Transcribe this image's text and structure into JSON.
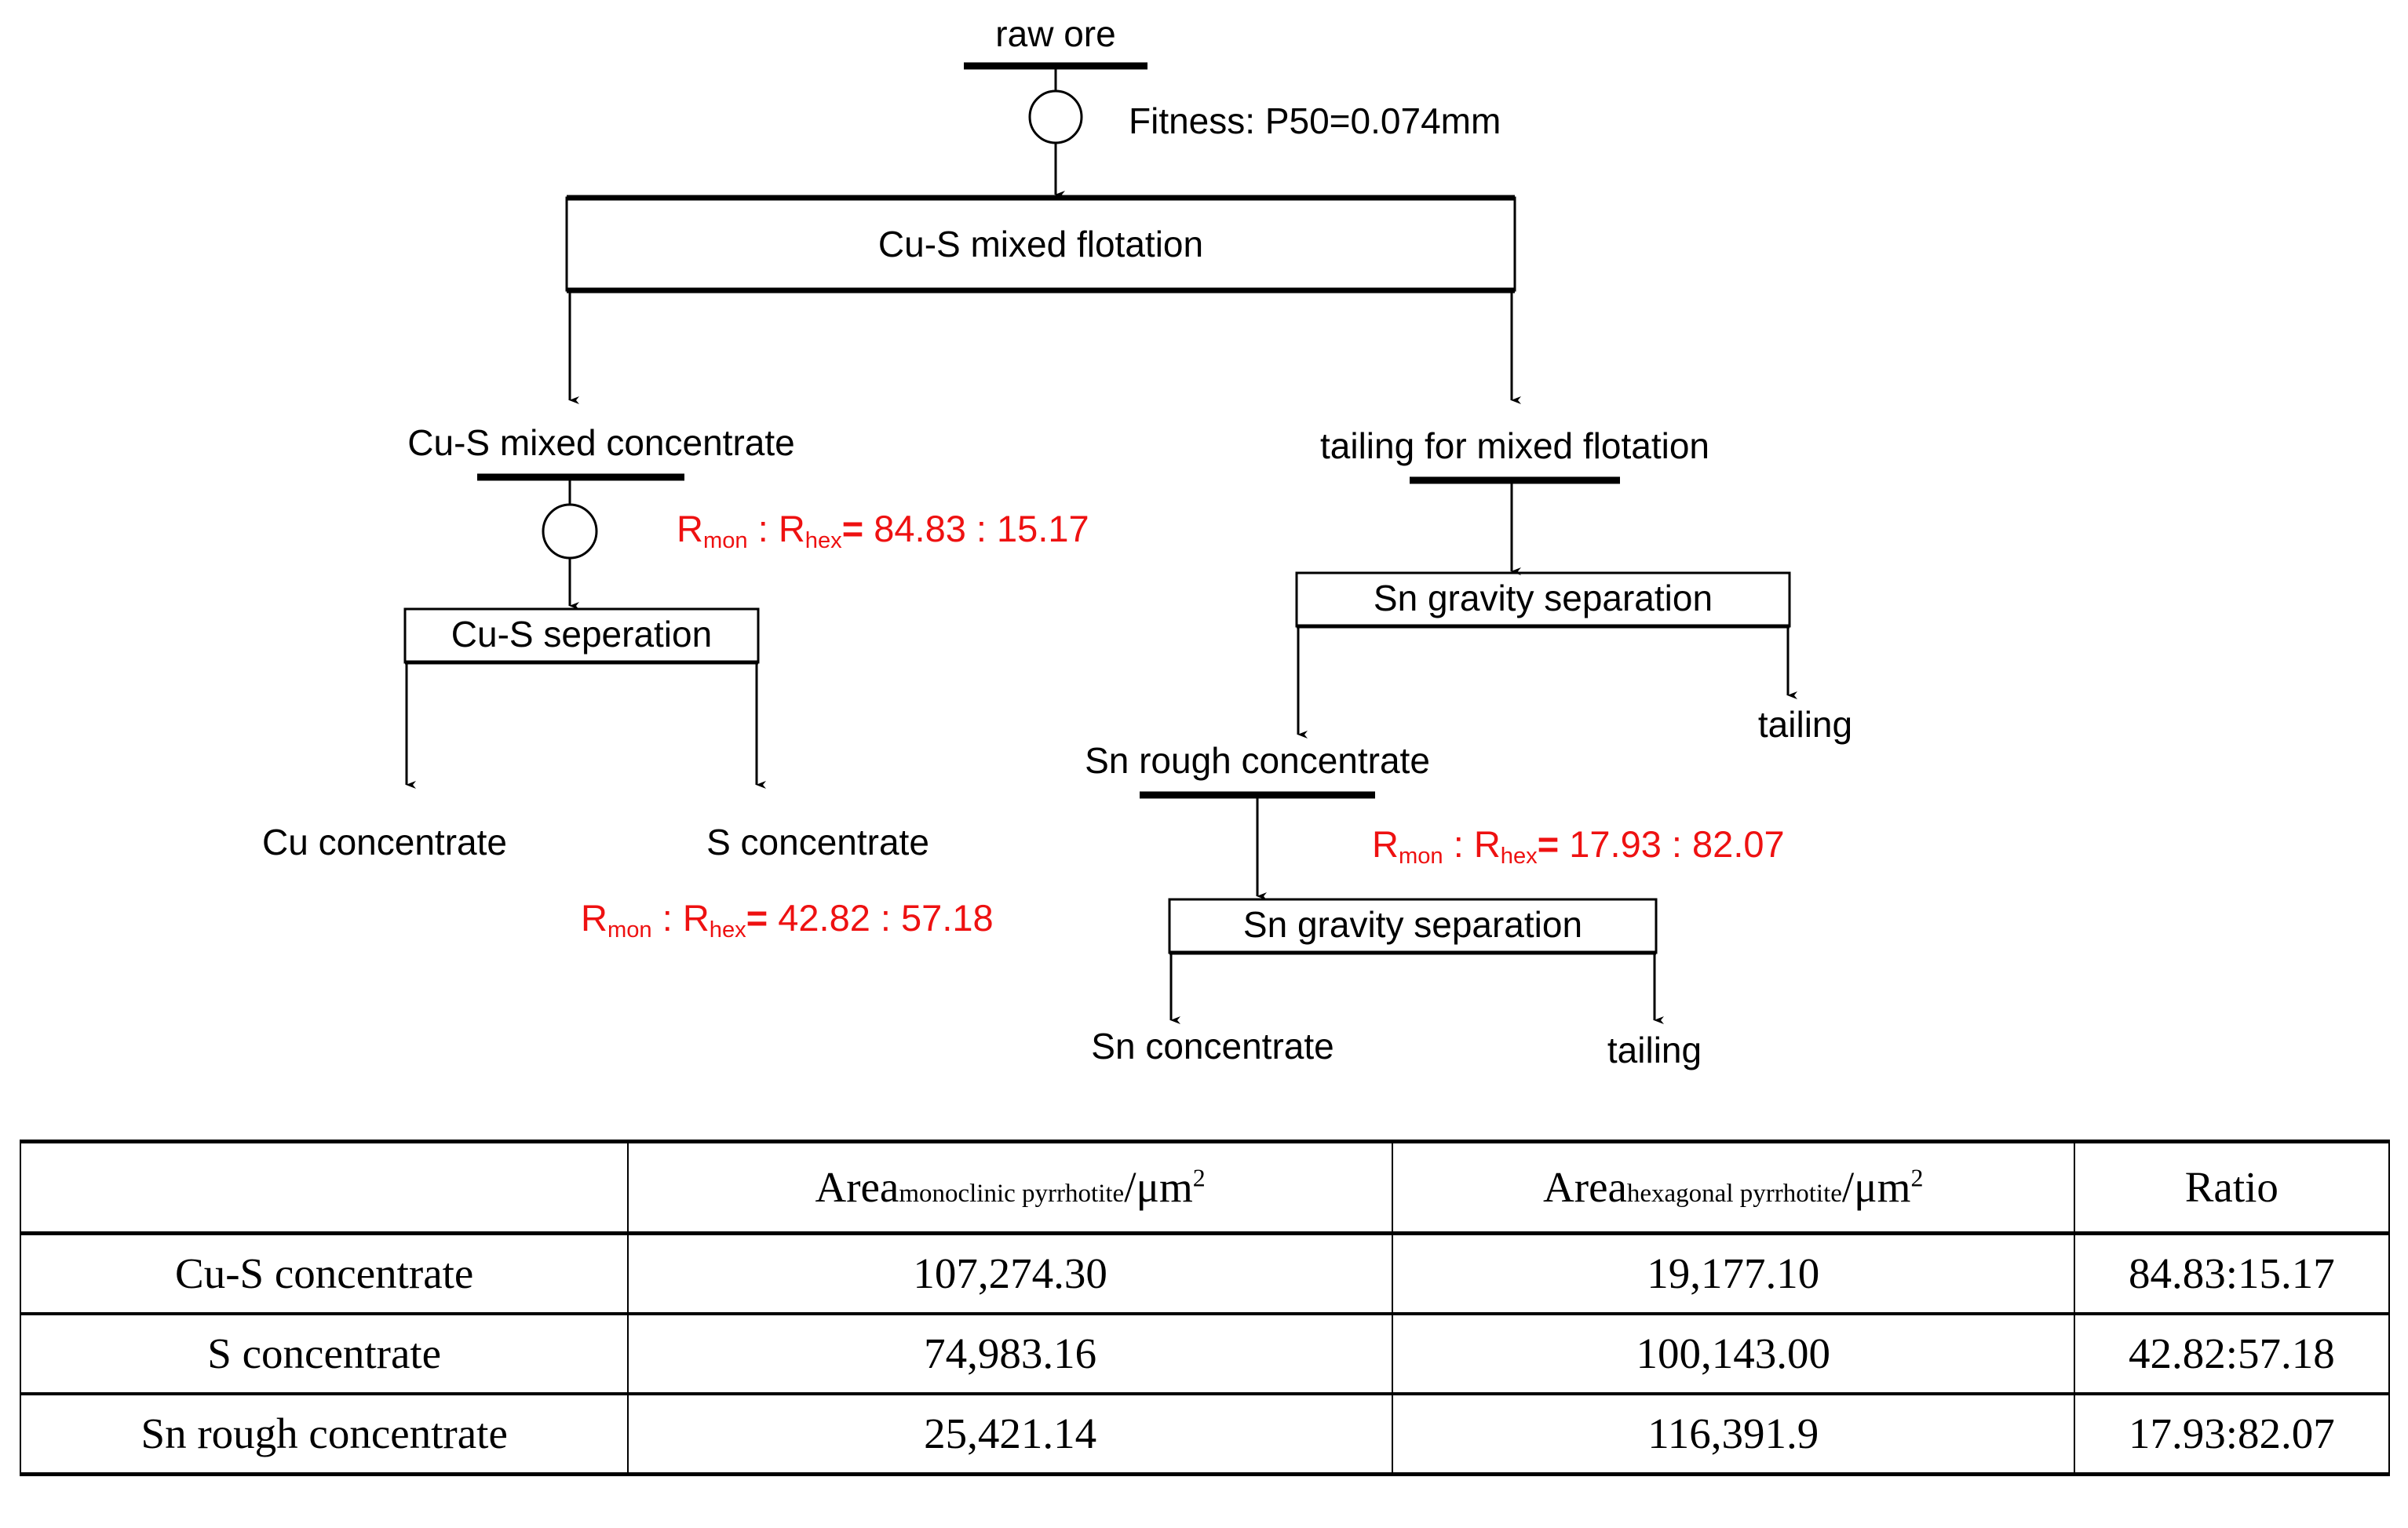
{
  "flowchart": {
    "nodes": {
      "raw_ore": "raw ore",
      "fineness_note": "Fitness: P50=0.074mm",
      "cu_s_mixed_flotation": "Cu-S mixed flotation",
      "cu_s_mixed_concentrate": "Cu-S mixed concentrate",
      "tailing_for_mixed_flotation": "tailing for mixed flotation",
      "cu_s_seperation": "Cu-S seperation",
      "sn_gravity_separation_1": "Sn gravity separation",
      "cu_concentrate": "Cu concentrate",
      "s_concentrate": "S concentrate",
      "sn_rough_concentrate": "Sn rough concentrate",
      "tailing_1": "tailing",
      "sn_gravity_separation_2": "Sn gravity separation",
      "sn_concentrate": "Sn concentrate",
      "tailing_2": "tailing"
    },
    "ratio_color": "#ee1111",
    "ratios": [
      {
        "id": "cu-s-mixed-concentrate-ratio",
        "lhs": "R",
        "lhs_sub": "mon",
        "rhs": "R",
        "rhs_sub": "hex",
        "value": "84.83 : 15.17"
      },
      {
        "id": "s-concentrate-ratio",
        "lhs": "R",
        "lhs_sub": "mon",
        "rhs": "R",
        "rhs_sub": "hex",
        "value": "42.82 : 57.18"
      },
      {
        "id": "sn-rough-concentrate-ratio",
        "lhs": "R",
        "lhs_sub": "mon",
        "rhs": "R",
        "rhs_sub": "hex",
        "value": "17.93 : 82.07"
      }
    ]
  },
  "table": {
    "headers": {
      "col0": "",
      "col1_main": "Area",
      "col1_sub": "monoclinic pyrrhotite",
      "col1_unit": "/μm",
      "col1_exp": "2",
      "col2_main": "Area",
      "col2_sub": "hexagonal pyrrhotite",
      "col2_unit": "/μm",
      "col2_exp": "2",
      "col3": "Ratio"
    },
    "rows": [
      {
        "name": "Cu-S concentrate",
        "monoclinic": "107,274.30",
        "hexagonal": "19,177.10",
        "ratio": "84.83:15.17"
      },
      {
        "name": "S concentrate",
        "monoclinic": "74,983.16",
        "hexagonal": "100,143.00",
        "ratio": "42.82:57.18"
      },
      {
        "name": "Sn rough concentrate",
        "monoclinic": "25,421.14",
        "hexagonal": "116,391.9",
        "ratio": "17.93:82.07"
      }
    ]
  },
  "chart_data": {
    "type": "table",
    "title": "Pyrrhotite area distribution by product",
    "columns": [
      "Product",
      "Area monoclinic pyrrhotite/μm2",
      "Area hexagonal pyrrhotite/μm2",
      "Ratio"
    ],
    "rows": [
      [
        "Cu-S concentrate",
        107274.3,
        19177.1,
        "84.83:15.17"
      ],
      [
        "S concentrate",
        74983.16,
        100143.0,
        "42.82:57.18"
      ],
      [
        "Sn rough concentrate",
        25421.14,
        116391.9,
        "17.93:82.07"
      ]
    ]
  }
}
